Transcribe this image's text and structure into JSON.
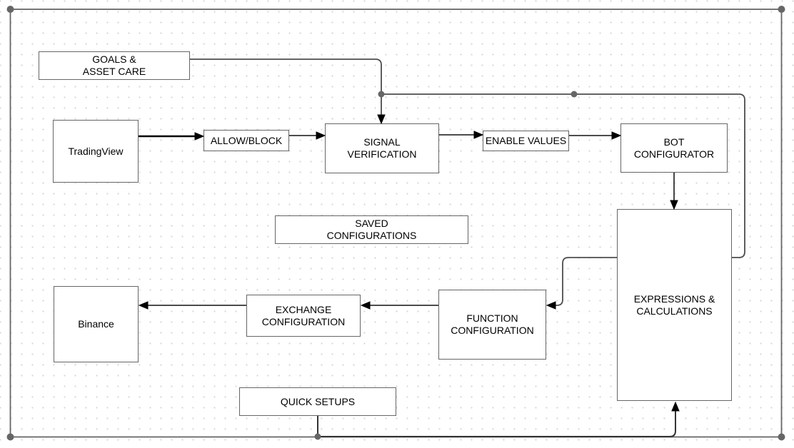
{
  "diagram": {
    "nodes": {
      "goals_asset_care": {
        "label": "GOALS &\nASSET CARE"
      },
      "tradingview": {
        "label": "TradingView"
      },
      "allow_block": {
        "label": "ALLOW/BLOCK"
      },
      "signal_verification": {
        "label": "SIGNAL\nVERIFICATION"
      },
      "enable_values": {
        "label": "ENABLE VALUES"
      },
      "bot_configurator": {
        "label": "BOT\nCONFIGURATOR"
      },
      "saved_configurations": {
        "label": "SAVED\nCONFIGURATIONS"
      },
      "expressions_calculations": {
        "label": "EXPRESSIONS &\nCALCULATIONS"
      },
      "function_configuration": {
        "label": "FUNCTION\nCONFIGURATION"
      },
      "exchange_configuration": {
        "label": "EXCHANGE\nCONFIGURATION"
      },
      "binance": {
        "label": "Binance"
      },
      "quick_setups": {
        "label": "QUICK SETUPS"
      }
    },
    "edges": [
      {
        "from": "tradingview",
        "to": "allow_block"
      },
      {
        "from": "allow_block",
        "to": "signal_verification"
      },
      {
        "from": "signal_verification",
        "to": "enable_values"
      },
      {
        "from": "enable_values",
        "to": "bot_configurator"
      },
      {
        "from": "goals_asset_care",
        "to": "signal_verification"
      },
      {
        "from": "expressions_calculations",
        "to": "signal_verification"
      },
      {
        "from": "bot_configurator",
        "to": "expressions_calculations"
      },
      {
        "from": "expressions_calculations",
        "to": "function_configuration"
      },
      {
        "from": "function_configuration",
        "to": "exchange_configuration"
      },
      {
        "from": "exchange_configuration",
        "to": "binance"
      },
      {
        "from": "quick_setups",
        "to": "expressions_calculations"
      }
    ],
    "colors": {
      "box_border": "#666666",
      "connector": "#4d4d4d",
      "arrowhead": "#000000",
      "waypoint_dot": "#666666",
      "text": "#000000",
      "grid_dot": "#d4d4d4",
      "background": "#ffffff"
    }
  }
}
